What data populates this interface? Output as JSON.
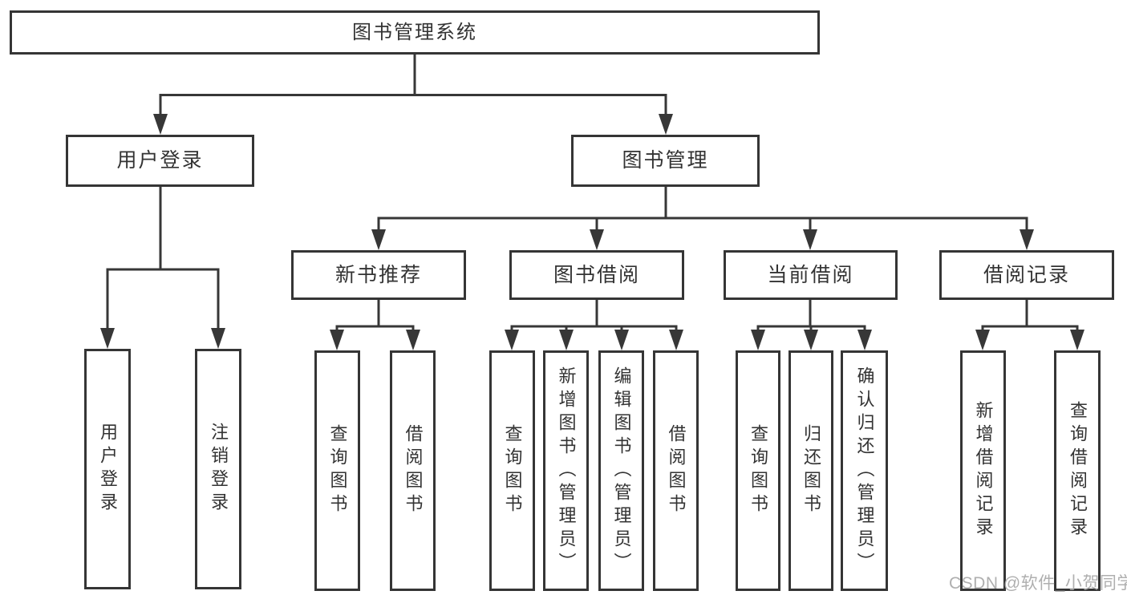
{
  "diagram": {
    "root": {
      "label": "图书管理系统"
    },
    "branches": [
      {
        "label": "用户登录",
        "children": [
          {
            "label": "用户登录"
          },
          {
            "label": "注销登录"
          }
        ]
      },
      {
        "label": "图书管理",
        "groups": [
          {
            "label": "新书推荐",
            "children": [
              {
                "label": "查询图书"
              },
              {
                "label": "借阅图书"
              }
            ]
          },
          {
            "label": "图书借阅",
            "children": [
              {
                "label": "查询图书"
              },
              {
                "label": "新增图书（管理员）"
              },
              {
                "label": "编辑图书（管理员）"
              },
              {
                "label": "借阅图书"
              }
            ]
          },
          {
            "label": "当前借阅",
            "children": [
              {
                "label": "查询图书"
              },
              {
                "label": "归还图书"
              },
              {
                "label": "确认归还（管理员）"
              }
            ]
          },
          {
            "label": "借阅记录",
            "children": [
              {
                "label": "新增借阅记录"
              },
              {
                "label": "查询借阅记录"
              }
            ]
          }
        ]
      }
    ]
  },
  "watermark": {
    "text": "CSDN @软件_小贺同学"
  },
  "colors": {
    "line": "#373737",
    "text": "#333333",
    "watermark": "#a8a8a8",
    "background": "#ffffff"
  }
}
